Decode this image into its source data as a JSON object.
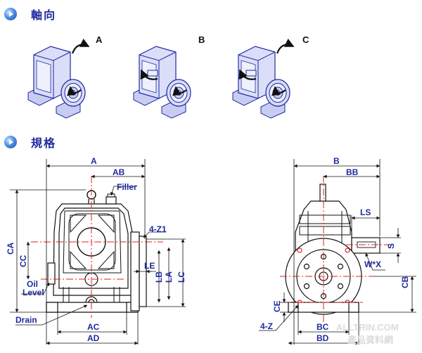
{
  "sections": {
    "axis_title": "軸向",
    "spec_title": "規格"
  },
  "rotation_views": [
    {
      "label": "A"
    },
    {
      "label": "B"
    },
    {
      "label": "C"
    }
  ],
  "front_view": {
    "dims": {
      "A": "A",
      "AB": "AB",
      "CA": "CA",
      "CC": "CC",
      "LB": "LB",
      "LA": "LA",
      "LC": "LC",
      "LE": "LE",
      "AC": "AC",
      "AD": "AD",
      "Z1": "4-Z1"
    },
    "callouts": {
      "filler": "Filler",
      "oil": "Oil",
      "level": "Level",
      "drain": "Drain"
    }
  },
  "side_view": {
    "dims": {
      "B": "B",
      "BB": "BB",
      "LS": "LS",
      "S": "S",
      "WX": "W*X",
      "CB": "CB",
      "CE": "CE",
      "Z": "4-Z",
      "BC": "BC",
      "BD": "BD"
    }
  },
  "watermark": {
    "line1": "ALLTRIN.COM",
    "line2": "產品資料網"
  },
  "colors": {
    "accent_blue": "#1f2aa0",
    "center_line_red": "#e02020",
    "outline": "#111111"
  }
}
